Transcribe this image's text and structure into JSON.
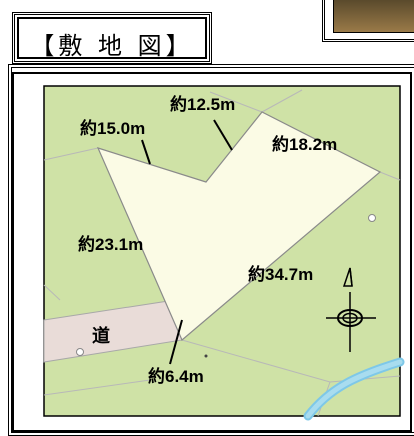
{
  "title": "【敷 地 図】",
  "colors": {
    "field": "#cfe2a6",
    "site": "#fbfbe5",
    "road": "#e9dcd8",
    "river": "#7ec8e8",
    "line": "#b8b8b8",
    "frame": "#000000"
  },
  "dimensions": {
    "d1": "約12.5m",
    "d2": "約15.0m",
    "d3": "約18.2m",
    "d4": "約23.1m",
    "d5": "約34.7m",
    "d6": "約6.4m"
  },
  "road_label": "道",
  "icons": [
    "north-arrow-icon",
    "compass-icon"
  ]
}
